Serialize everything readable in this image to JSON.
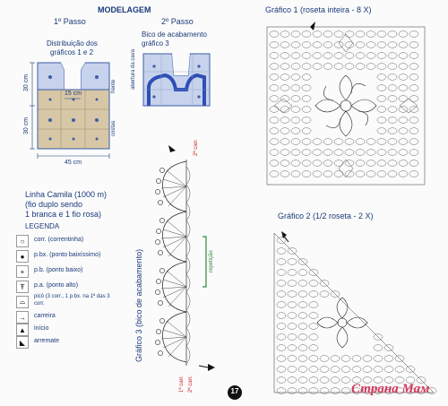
{
  "header": {
    "modelagem": "MODELAGEM",
    "passo1": "1º Passo",
    "passo2": "2º Passo"
  },
  "step1": {
    "caption_line1": "Distribuição dos",
    "caption_line2": "gráficos 1 e 2",
    "dim_30a": "30 cm",
    "dim_30b": "30 cm",
    "dim_15": "15 cm",
    "dim_45": "45 cm",
    "frente": "frente",
    "costas": "costas"
  },
  "step2": {
    "caption_line1": "Bico de acabamento",
    "caption_line2": "gráfico 3",
    "abertura": "abertura da cava"
  },
  "materials": {
    "line1": "Linha Camila (1000 m)",
    "line2": "(fio duplo sendo",
    "line3": "1 branca e 1 fio rosa)"
  },
  "legend": {
    "title": "LEGENDA",
    "items": [
      {
        "symbol": "○",
        "label": "corr. (correntinha)"
      },
      {
        "symbol": "●",
        "label": "p.bx. (ponto baixíssimo)"
      },
      {
        "symbol": "+",
        "label": "p.b. (ponto baixo)"
      },
      {
        "symbol": "Ŧ",
        "label": "p.a. (ponto alto)"
      },
      {
        "symbol": "⌓",
        "label": "picô (3 corr., 1 p.bx. na 1ª das 3 corr."
      },
      {
        "symbol": "→",
        "label": "carreira"
      },
      {
        "symbol": "▲",
        "label": "início"
      },
      {
        "symbol": "◣",
        "label": "arremate"
      }
    ]
  },
  "chart3": {
    "title": "Gráfico 3 (bico de acabamento)",
    "row2": "2ª carr.",
    "row1a": "1ª carr.",
    "row2b": "2ª carr.",
    "repeticao": "repetição"
  },
  "chart1": {
    "title": "Gráfico 1 (roseta inteira - 8 X)"
  },
  "chart2": {
    "title": "Gráfico 2 (1/2 roseta - 2 X)"
  },
  "page_number": "17",
  "watermark": "Страна Мам"
}
